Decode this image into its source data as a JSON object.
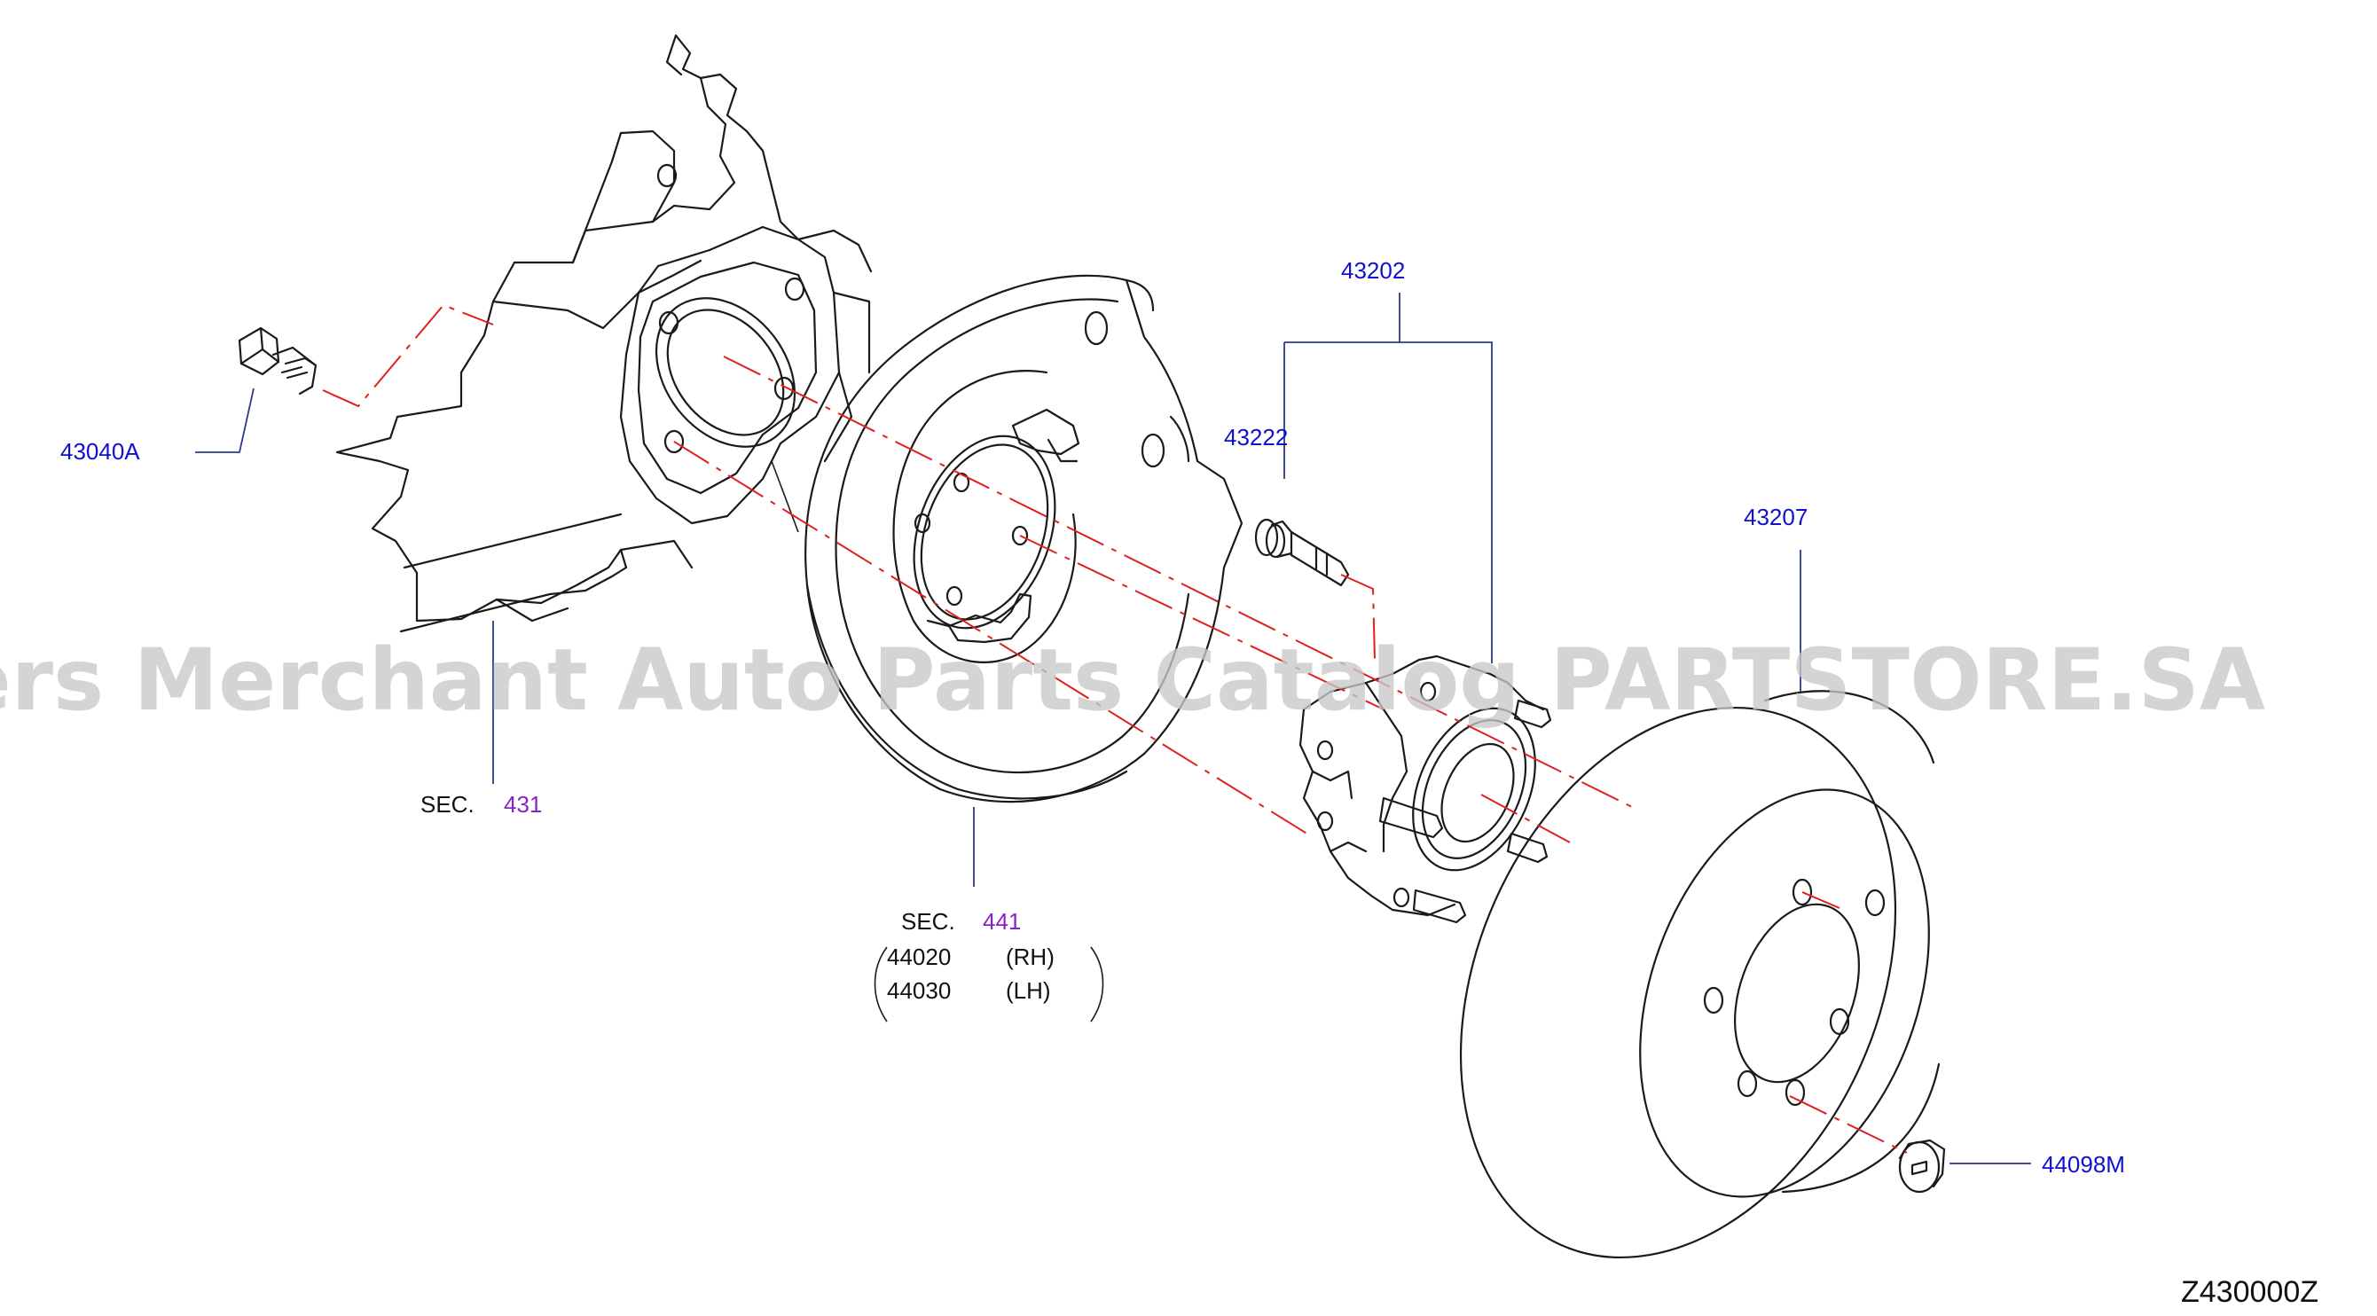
{
  "parts": {
    "bolt_knuckle": "43040A",
    "hub_assembly": "43202",
    "hub_bolt": "43222",
    "disc_rotor": "43207",
    "plug": "44098M"
  },
  "sections": {
    "knuckle": {
      "prefix": "SEC.",
      "number": "431"
    },
    "backplate": {
      "prefix": "SEC.",
      "number": "441"
    }
  },
  "backplate_variants": [
    {
      "part": "44020",
      "side": "(RH)"
    },
    {
      "part": "44030",
      "side": "(LH)"
    }
  ],
  "watermark": "Offers Merchant Auto Parts Catalog PARTSTORE.SA",
  "diagram_code": "Z430000Z",
  "colors": {
    "part_number": "#1010d0",
    "section_number": "#8a22c8",
    "center_line": "#e0201e",
    "leader": "#2b3a8a",
    "watermark": "#c8c8c8"
  }
}
